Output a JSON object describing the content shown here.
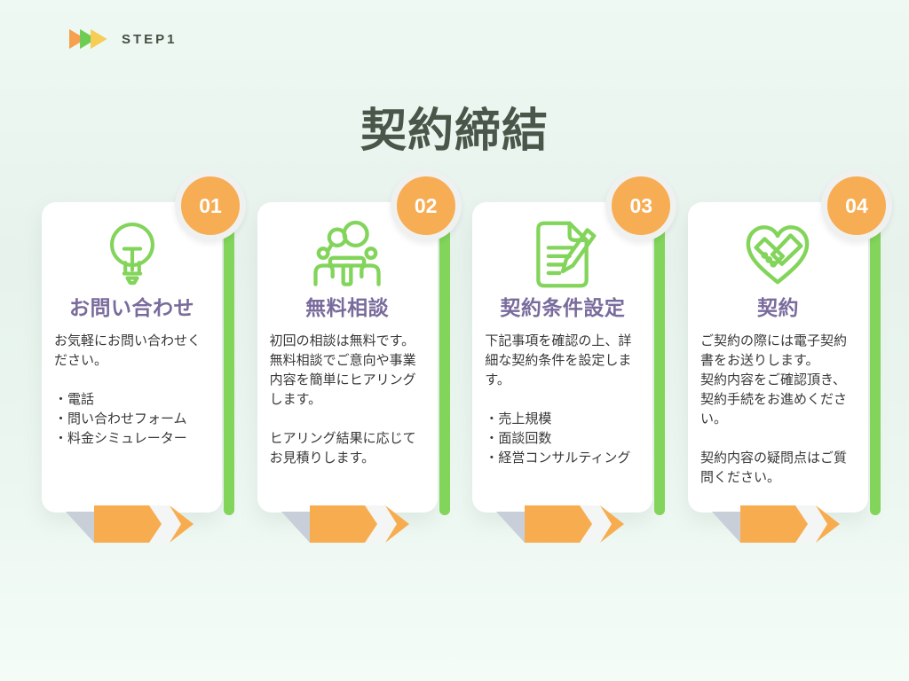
{
  "title": "契約締結",
  "header": {
    "logo_text": "STEP1",
    "logo_icon": "triple-arrow-icon"
  },
  "colors": {
    "background_mint": "#E7F2EC",
    "card_white": "#FFFFFF",
    "accent_green": "#82D45A",
    "accent_orange": "#F7AD53",
    "heading_purple": "#7A6B9D",
    "title_text": "#4B564A",
    "body_text": "#383838",
    "arrow_fold_gray": "#C9CFD8",
    "logo_orange": "#F5A14D",
    "logo_green": "#6FCC52",
    "logo_yellow": "#F6CD57"
  },
  "cards": [
    {
      "number": "01",
      "icon": "lightbulb-icon",
      "title": "お問い合わせ",
      "paragraphs": [
        "お気軽にお問い合わせください。"
      ],
      "bullets": [
        "・電話",
        "・問い合わせフォーム",
        "・料金シミュレーター"
      ]
    },
    {
      "number": "02",
      "icon": "consultation-icon",
      "title": "無料相談",
      "paragraphs": [
        "初回の相談は無料です。無料相談でご意向や事業内容を簡単にヒアリングします。",
        "ヒアリング結果に応じてお見積りします。"
      ],
      "bullets": []
    },
    {
      "number": "03",
      "icon": "document-pen-icon",
      "title": "契約条件設定",
      "paragraphs": [
        "下記事項を確認の上、詳細な契約条件を設定します。"
      ],
      "bullets": [
        "・売上規模",
        "・面談回数",
        "・経営コンサルティング"
      ]
    },
    {
      "number": "04",
      "icon": "handshake-heart-icon",
      "title": "契約",
      "paragraphs": [
        "ご契約の際には電子契約書をお送りします。\n契約内容をご確認頂き、契約手続をお進めください。",
        "契約内容の疑問点はご質問ください。"
      ],
      "bullets": []
    }
  ]
}
